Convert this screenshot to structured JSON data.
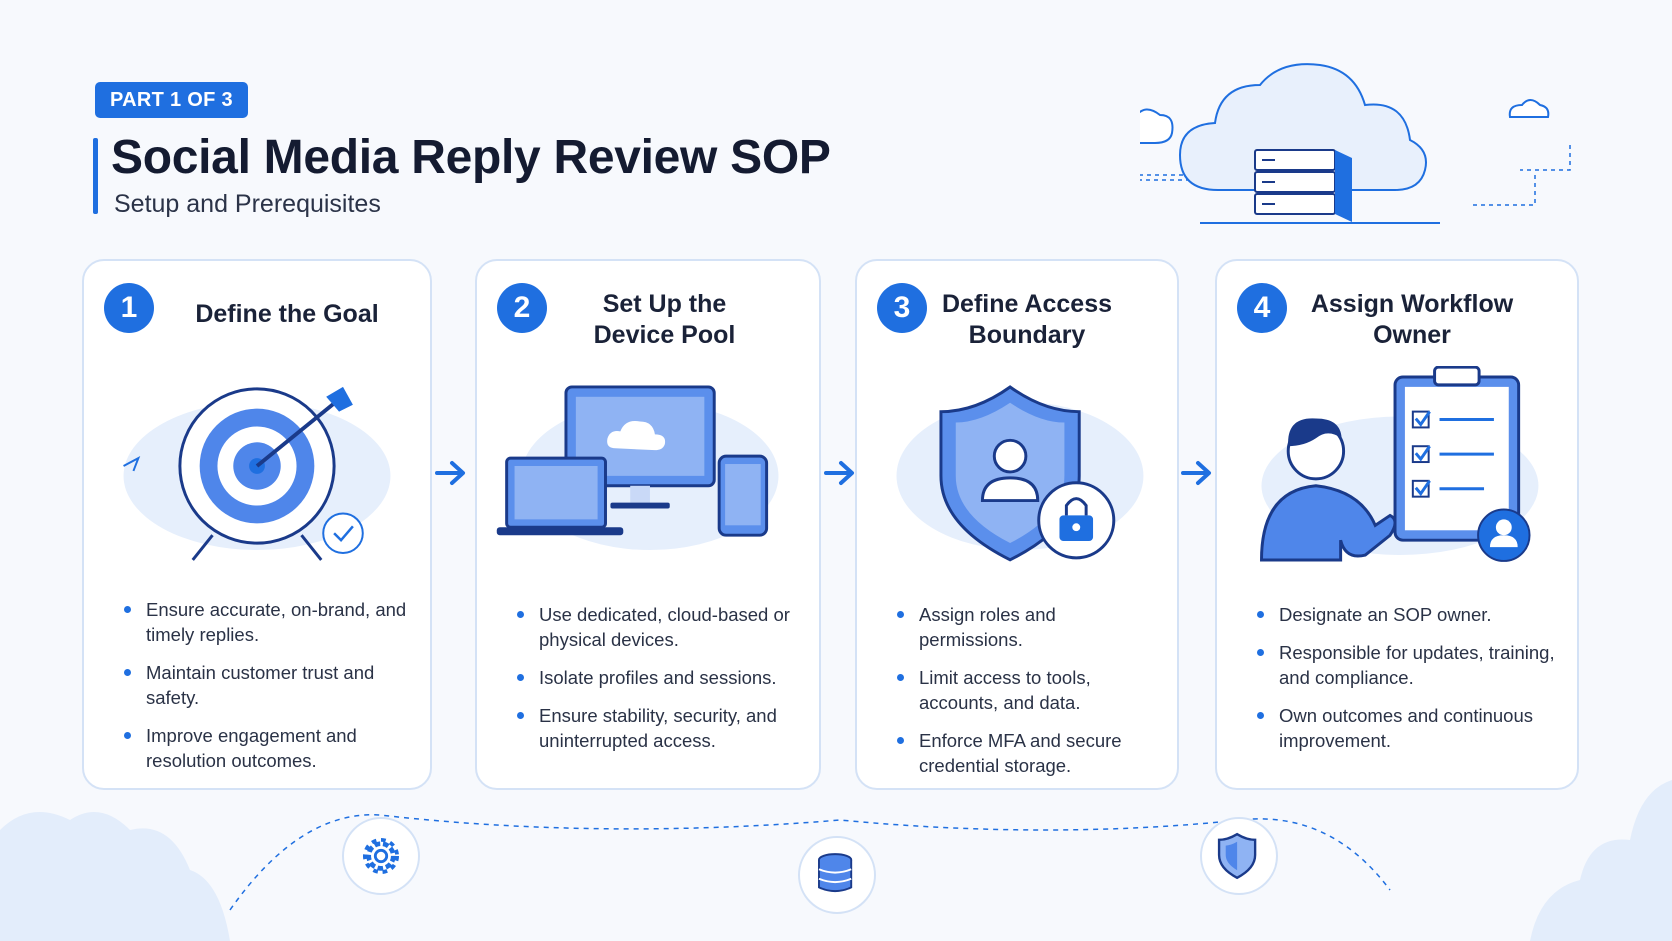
{
  "header": {
    "badge": "PART 1 OF 3",
    "title": "Social Media Reply Review SOP",
    "subtitle": "Setup and Prerequisites"
  },
  "colors": {
    "accent": "#1f6fe0",
    "light_accent": "#dbe8fb",
    "card_border": "#d4e2f6"
  },
  "steps": [
    {
      "number": "1",
      "title": "Define the Goal",
      "icon": "target-icon",
      "bullets": [
        "Ensure accurate, on-brand, and timely replies.",
        "Maintain customer trust and safety.",
        "Improve engagement and resolution outcomes."
      ]
    },
    {
      "number": "2",
      "title": "Set Up the Device Pool",
      "icon": "devices-icon",
      "bullets": [
        "Use dedicated, cloud-based or physical devices.",
        "Isolate profiles and sessions.",
        "Ensure stability, security, and uninterrupted access."
      ]
    },
    {
      "number": "3",
      "title": "Define Access Boundary",
      "icon": "shield-lock-icon",
      "bullets": [
        "Assign roles and permissions.",
        "Limit access to tools, accounts, and data.",
        "Enforce MFA and secure credential storage."
      ]
    },
    {
      "number": "4",
      "title": "Assign Workflow Owner",
      "icon": "owner-checklist-icon",
      "bullets": [
        "Designate an SOP owner.",
        "Responsible for updates, training, and compliance.",
        "Own outcomes and continuous improvement."
      ]
    }
  ],
  "bottom_icons": [
    "gear-icon",
    "database-icon",
    "shield-icon"
  ]
}
